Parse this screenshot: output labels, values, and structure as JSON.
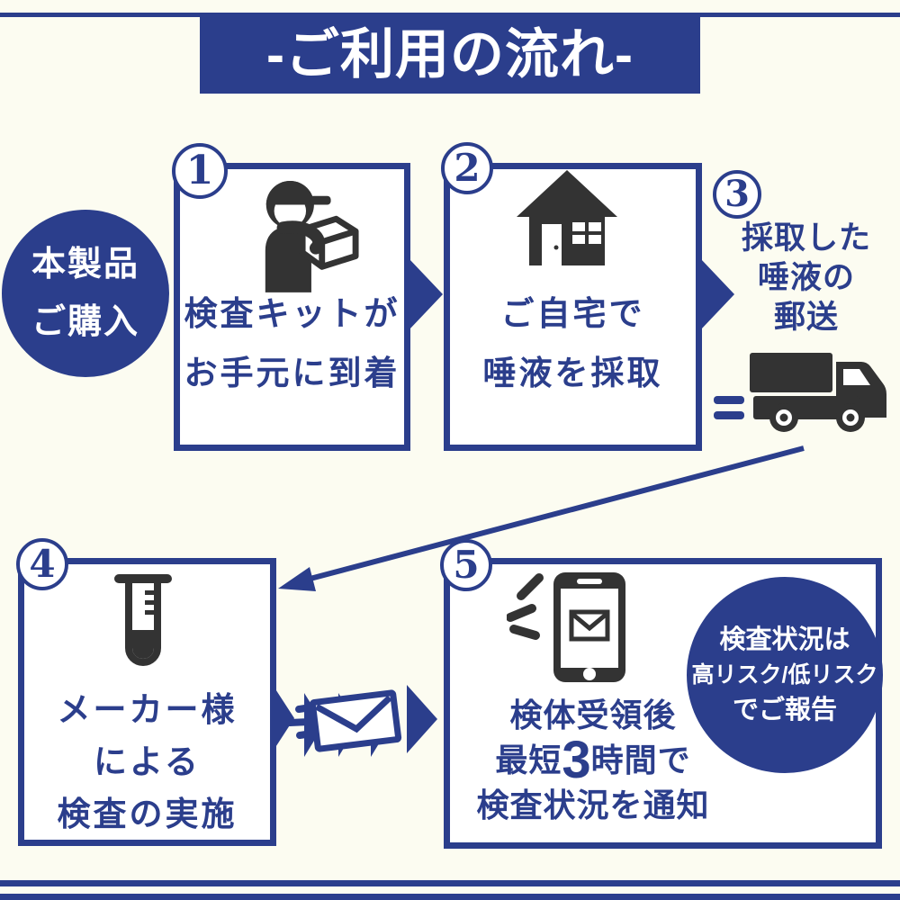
{
  "colors": {
    "accent_blue": "#2B3E8C",
    "icon_black": "#333333",
    "background": "#FCFCF1"
  },
  "header": {
    "title": "-ご利用の流れ-"
  },
  "entry": {
    "line1": "本製品",
    "line2": "ご購入"
  },
  "step1": {
    "number": "1",
    "line1": "検査キットが",
    "line2": "お手元に到着"
  },
  "step2": {
    "number": "2",
    "line1": "ご自宅で",
    "line2": "唾液を採取"
  },
  "step3": {
    "number": "3",
    "line1": "採取した",
    "line2": "唾液の",
    "line3": "郵送"
  },
  "step4": {
    "number": "4",
    "line1": "メーカー様",
    "line2": "による",
    "line3": "検査の実施"
  },
  "step5": {
    "number": "5",
    "line1": "検体受領後",
    "line2_prefix": "最短",
    "line2_big": "3",
    "line2_suffix": "時間で",
    "line3": "検査状況を通知"
  },
  "report": {
    "line1": "検査状況は",
    "line2": "高リスク/低リスク",
    "line3": "でご報告"
  }
}
